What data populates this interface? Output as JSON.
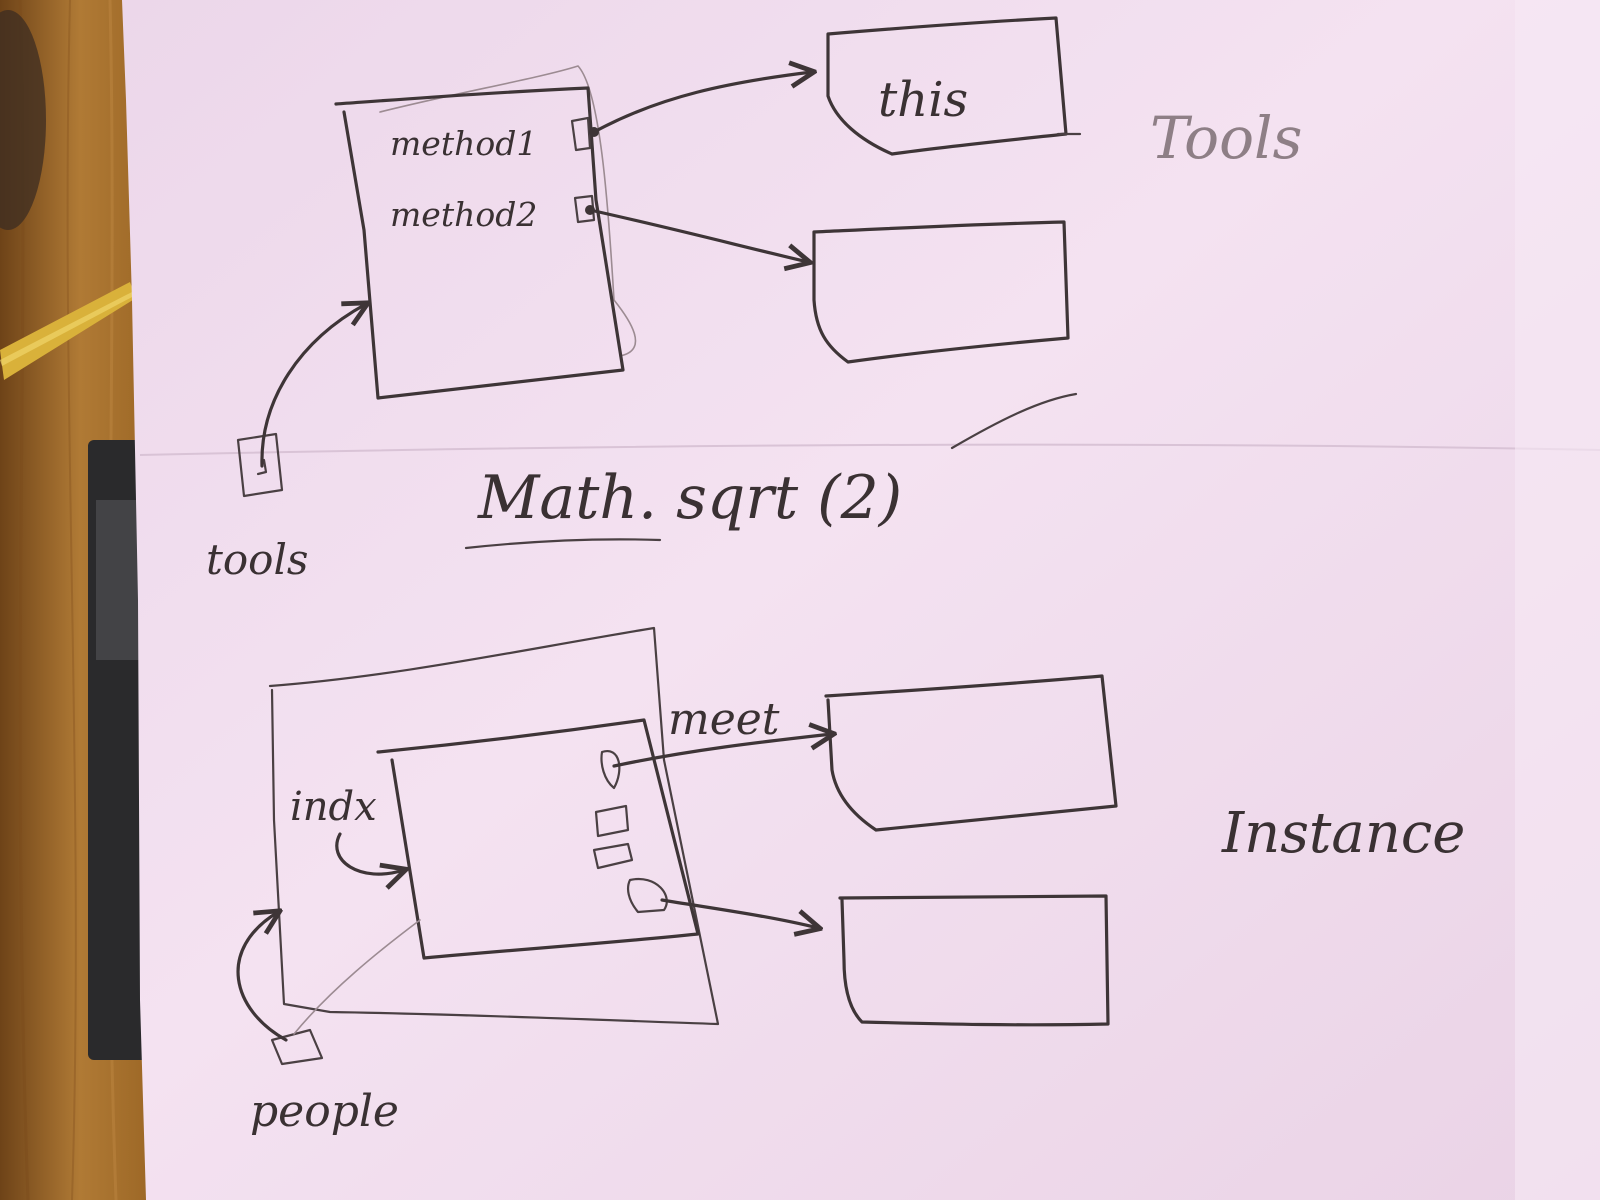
{
  "sketch": {
    "top": {
      "method1": "method1",
      "method2": "method2",
      "this_label": "this",
      "section_label": "Tools",
      "variable_label": "tools",
      "expression": "Math. sqrt (2)"
    },
    "bottom": {
      "meet_label": "meet",
      "index_label": "indx",
      "section_label": "Instance",
      "variable_label": "people"
    }
  },
  "colors": {
    "paper": "#f1ddef",
    "ink": "#3a3133",
    "pale_ink": "#8e7f86",
    "wood": "#b07a35"
  }
}
